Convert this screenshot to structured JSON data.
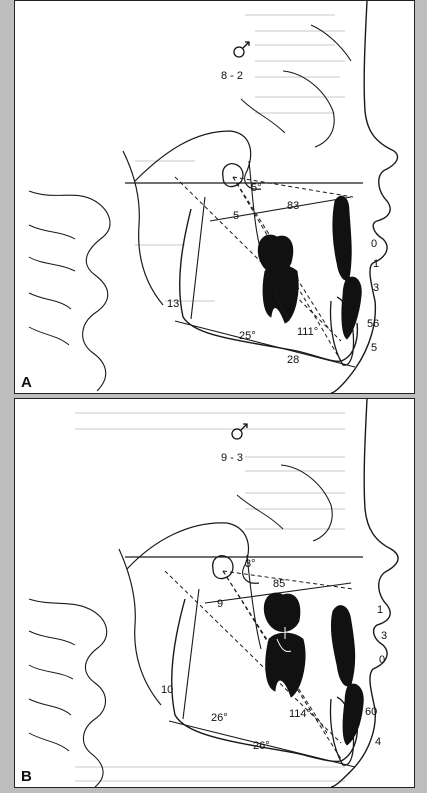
{
  "panels": [
    {
      "letter": "A",
      "age": "8 - 2",
      "measurements": {
        "angle_top": "5°",
        "value_83": "83",
        "value_5": "5",
        "value_13": "13",
        "angle_25": "25°",
        "value_111": "111°",
        "value_28": "28",
        "value_56": "56",
        "incisor_0": "0",
        "incisor_1": "1",
        "incisor_3": "3",
        "incisor_5": "5"
      }
    },
    {
      "letter": "B",
      "age": "9 - 3",
      "measurements": {
        "angle_top": "3°",
        "value_85": "85",
        "value_9": "9",
        "value_10": "10",
        "angle_26a": "26°",
        "angle_26b": "26°",
        "value_114": "114°",
        "value_60": "60",
        "incisor_1": "1",
        "incisor_3": "3",
        "incisor_0": "0",
        "incisor_4": "4"
      }
    }
  ],
  "colors": {
    "line": "#1a1a1a",
    "tooth_fill": "#111111",
    "panel_bg": "#ffffff"
  }
}
